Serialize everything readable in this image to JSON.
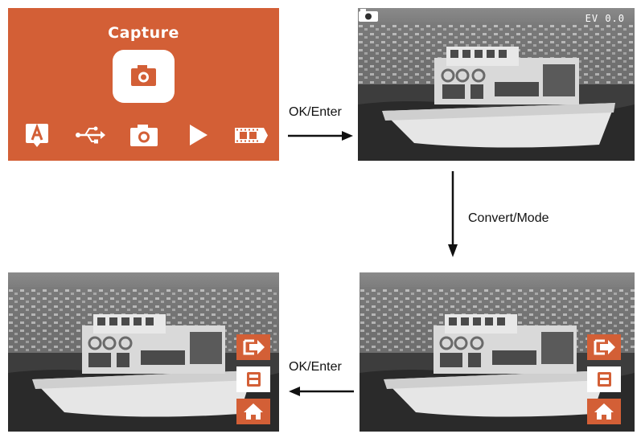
{
  "menu": {
    "title": "Capture",
    "icons": [
      "letter-a-icon",
      "usb-icon",
      "camera-icon",
      "play-icon",
      "film-strip-icon"
    ]
  },
  "preview": {
    "ev_label": "EV 0.0"
  },
  "save_menu": {
    "buttons": [
      "exit-arrow-icon",
      "save-icon",
      "home-icon"
    ]
  },
  "flow": {
    "step1_label": "OK/Enter",
    "step2_label": "Convert/Mode",
    "step3_label": "OK/Enter"
  },
  "colors": {
    "accent": "#d35f36",
    "white": "#ffffff",
    "text": "#111111"
  }
}
